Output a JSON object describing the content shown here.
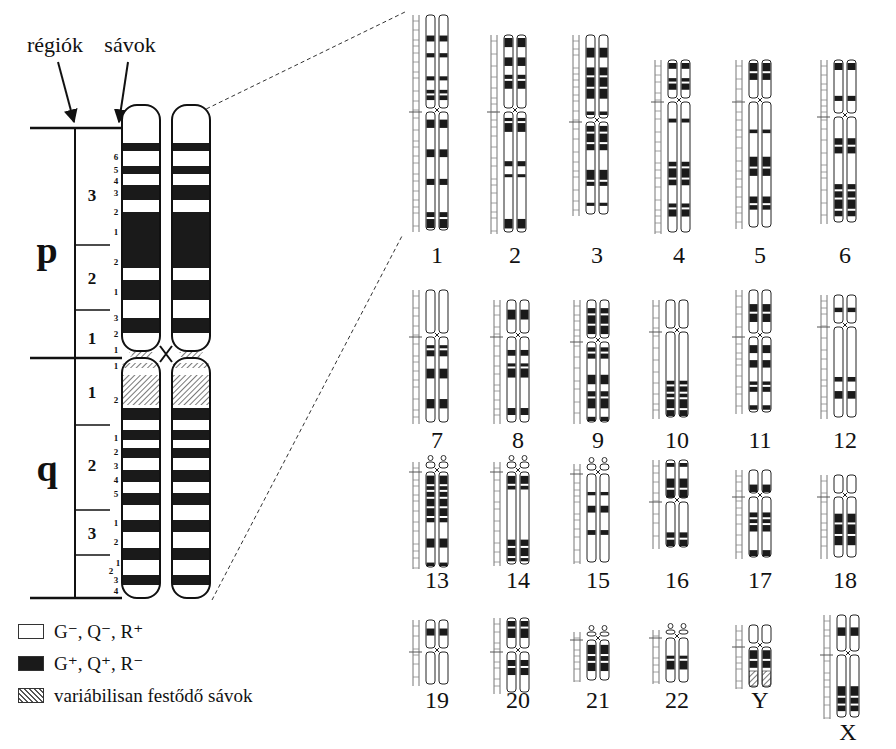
{
  "diagram": {
    "labels": [
      "régiók",
      "sávok",
      "p",
      "q",
      "3",
      "2",
      "1",
      "1",
      "2",
      "3",
      "6",
      "5",
      "4",
      "3",
      "2",
      "1",
      "2",
      "1",
      "3",
      "2",
      "1",
      "1",
      "2",
      "1",
      "2",
      "3",
      "4",
      "5",
      "1",
      "2",
      "2",
      "1",
      "3",
      "4",
      "1",
      "2",
      "3",
      "4",
      "5",
      "6",
      "7",
      "8",
      "9",
      "10",
      "11",
      "12",
      "13",
      "14",
      "15",
      "16",
      "17",
      "18",
      "19",
      "20",
      "21",
      "22",
      "Y",
      "X"
    ],
    "legend": [
      {
        "text": "G⁻, Q⁻, R⁺",
        "color": "#ffffff"
      },
      {
        "text": "G⁺, Q⁺, R⁻",
        "color": "#1a1a1a"
      },
      {
        "text": "variábilisan festődő sávok"
      }
    ]
  }
}
